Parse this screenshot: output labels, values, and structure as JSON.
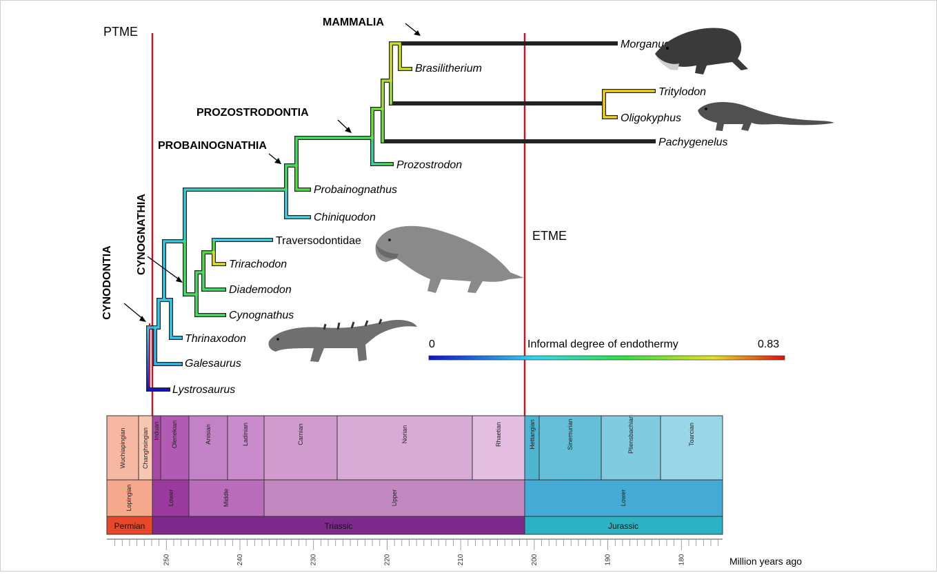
{
  "events": {
    "ptme": "PTME",
    "etme": "ETME"
  },
  "clades": {
    "cynodontia": "CYNODONTIA",
    "cynognathia": "CYNOGNATHIA",
    "probainognathia": "PROBAINOGNATHIA",
    "prozostrodontia": "PROZOSTRODONTIA",
    "mammalia": "MAMMALIA"
  },
  "taxa": {
    "morganucodon": "Morganucodon",
    "brasilitherium": "Brasilitherium",
    "tritylodon": "Tritylodon",
    "oligokyphus": "Oligokyphus",
    "pachygenelus": "Pachygenelus",
    "prozostrodon": "Prozostrodon",
    "probainognathus": "Probainognathus",
    "chiniquodon": "Chiniquodon",
    "traversodontidae": "Traversodontidae",
    "trirachodon": "Trirachodon",
    "diademodon": "Diademodon",
    "cynognathus": "Cynognathus",
    "thrinaxodon": "Thrinaxodon",
    "galesaurus": "Galesaurus",
    "lystrosaurus": "Lystrosaurus"
  },
  "colorbar": {
    "label": "Informal degree of endothermy",
    "min_label": "0",
    "max_label": "0.83",
    "stops": [
      "#1010d0",
      "#30d8f0",
      "#30e040",
      "#e8e020",
      "#e01010"
    ]
  },
  "timescale": {
    "stages": [
      "Wuchiapingian",
      "Changhsingian",
      "Induan",
      "Olenekian",
      "Anisian",
      "Ladinian",
      "Carnian",
      "Norian",
      "Rhaetian",
      "Hettangian",
      "Sinemurian",
      "Pliensbachian",
      "Toarcian"
    ],
    "epochs": [
      "Lopingian",
      "Lower",
      "Middle",
      "Upper",
      "Lower"
    ],
    "periods": [
      "Permian",
      "Triassic",
      "Jurassic"
    ],
    "ticks": [
      "250",
      "240",
      "230",
      "220",
      "210",
      "200",
      "190",
      "180"
    ],
    "axis_label": "Million years ago"
  },
  "colors": {
    "event_line": "#c0152a",
    "permian": "#e8482a",
    "triassic": "#7e2a8c",
    "jurassic": "#2bb3c4"
  },
  "illustrations": [
    "morganucodon-silhouette",
    "oligokyphus-silhouette",
    "traversodontid-silhouette",
    "thrinaxodon-silhouette"
  ]
}
